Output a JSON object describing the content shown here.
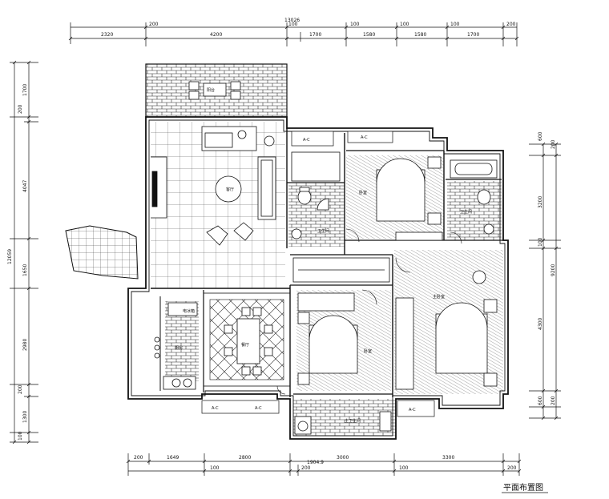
{
  "title": "平面布置图",
  "dimensions": {
    "top_total": "13026",
    "top_row1": [
      "200",
      "100",
      "100",
      "100",
      "200"
    ],
    "top_row2": [
      "2320",
      "4200",
      "1700",
      "1580",
      "1580",
      "1700"
    ],
    "top_small": "100",
    "bottom_row1": [
      "200",
      "1649",
      "2800",
      "3000",
      "3300"
    ],
    "bottom_row2": [
      "100",
      "200",
      "1904.9",
      "100",
      "200"
    ],
    "left_total": "12059",
    "left_segments": [
      "1700",
      "200",
      "4047",
      "1650",
      "2980",
      "200",
      "1300",
      "100"
    ],
    "right_outer": [
      "600",
      "3200",
      "100",
      "4300",
      "600"
    ],
    "right_inner": [
      "200",
      "9200",
      "200"
    ]
  },
  "rooms": {
    "balcony_top": "阳台",
    "living_room": "客厅",
    "dining_room": "餐厅",
    "kitchen": "厨房",
    "fridge": "电冰箱",
    "bedroom_2": "卧室",
    "bathroom_1": "卫生间",
    "bathroom_2": "卫生间",
    "bedroom_3": "卧室",
    "master_bedroom": "主卧室",
    "master_bath": "主卫生间"
  },
  "labels": {
    "ac_units": [
      "A-C",
      "A-C",
      "A-C",
      "A-C",
      "A-C"
    ]
  }
}
